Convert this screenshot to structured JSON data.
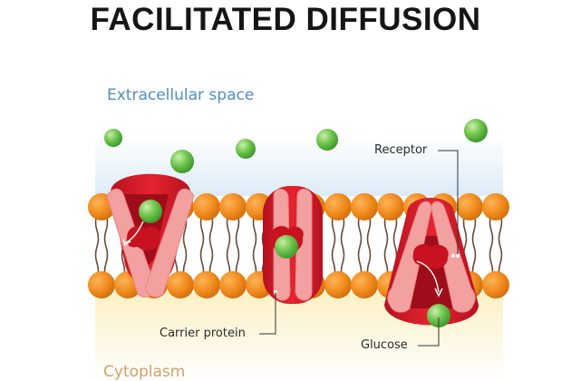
{
  "title": "FACILITATED DIFFUSION",
  "regions": {
    "extracellular": "Extracellular space",
    "cytoplasm": "Cytoplasm"
  },
  "labels": {
    "receptor": "Receptor",
    "carrier_protein": "Carrier protein",
    "glucose": "Glucose"
  },
  "colors": {
    "protein_red": "#d91c2c",
    "protein_pink": "#f2a0a0",
    "phospholipid_head": "#f08a1c",
    "glucose_green": "#6cc24a",
    "extracellular_tint": "#dcebf7",
    "cytoplasm_tint": "#fbf0c4"
  }
}
